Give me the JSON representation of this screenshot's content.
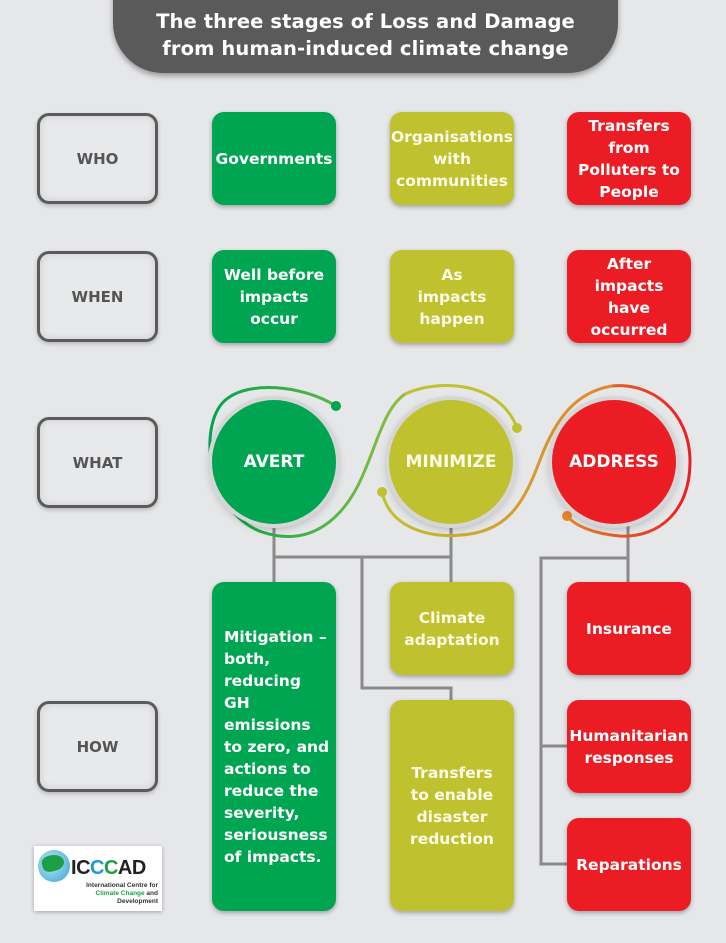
{
  "title": {
    "line1": "The three stages of Loss and Damage",
    "line2": "from human-induced climate change"
  },
  "row_labels": {
    "who": "WHO",
    "when": "WHEN",
    "what": "WHAT",
    "how": "HOW"
  },
  "who": {
    "avert": "Governments",
    "minimize": "Organisations with communities",
    "address": "Transfers from Polluters to People"
  },
  "when": {
    "avert": "Well before impacts occur",
    "minimize": "As impacts happen",
    "address": "After impacts have occurred"
  },
  "what": {
    "avert": "AVERT",
    "minimize": "MINIMIZE",
    "address": "ADDRESS"
  },
  "how": {
    "avert": [
      "Mitigation – both, reducing GH emissions to zero, and actions to reduce the severity, seriousness of impacts."
    ],
    "minimize": [
      "Climate adaptation",
      "Transfers to enable disaster reduction"
    ],
    "address": [
      "Insurance",
      "Humanitarian responses",
      "Reparations"
    ]
  },
  "colors": {
    "avert": "#00a551",
    "minimize": "#c0c12f",
    "address": "#ec1c24",
    "label_border": "#5b5b5b",
    "connector": "#8a8a8a",
    "banner": "#5a5a5a",
    "background": "#e6e7e9"
  },
  "logo": {
    "name": "ICCCAD",
    "subtitle_line1": "International Centre for",
    "subtitle_line2_green": "Climate Change",
    "subtitle_line2_rest": " and",
    "subtitle_line3": "Development"
  }
}
